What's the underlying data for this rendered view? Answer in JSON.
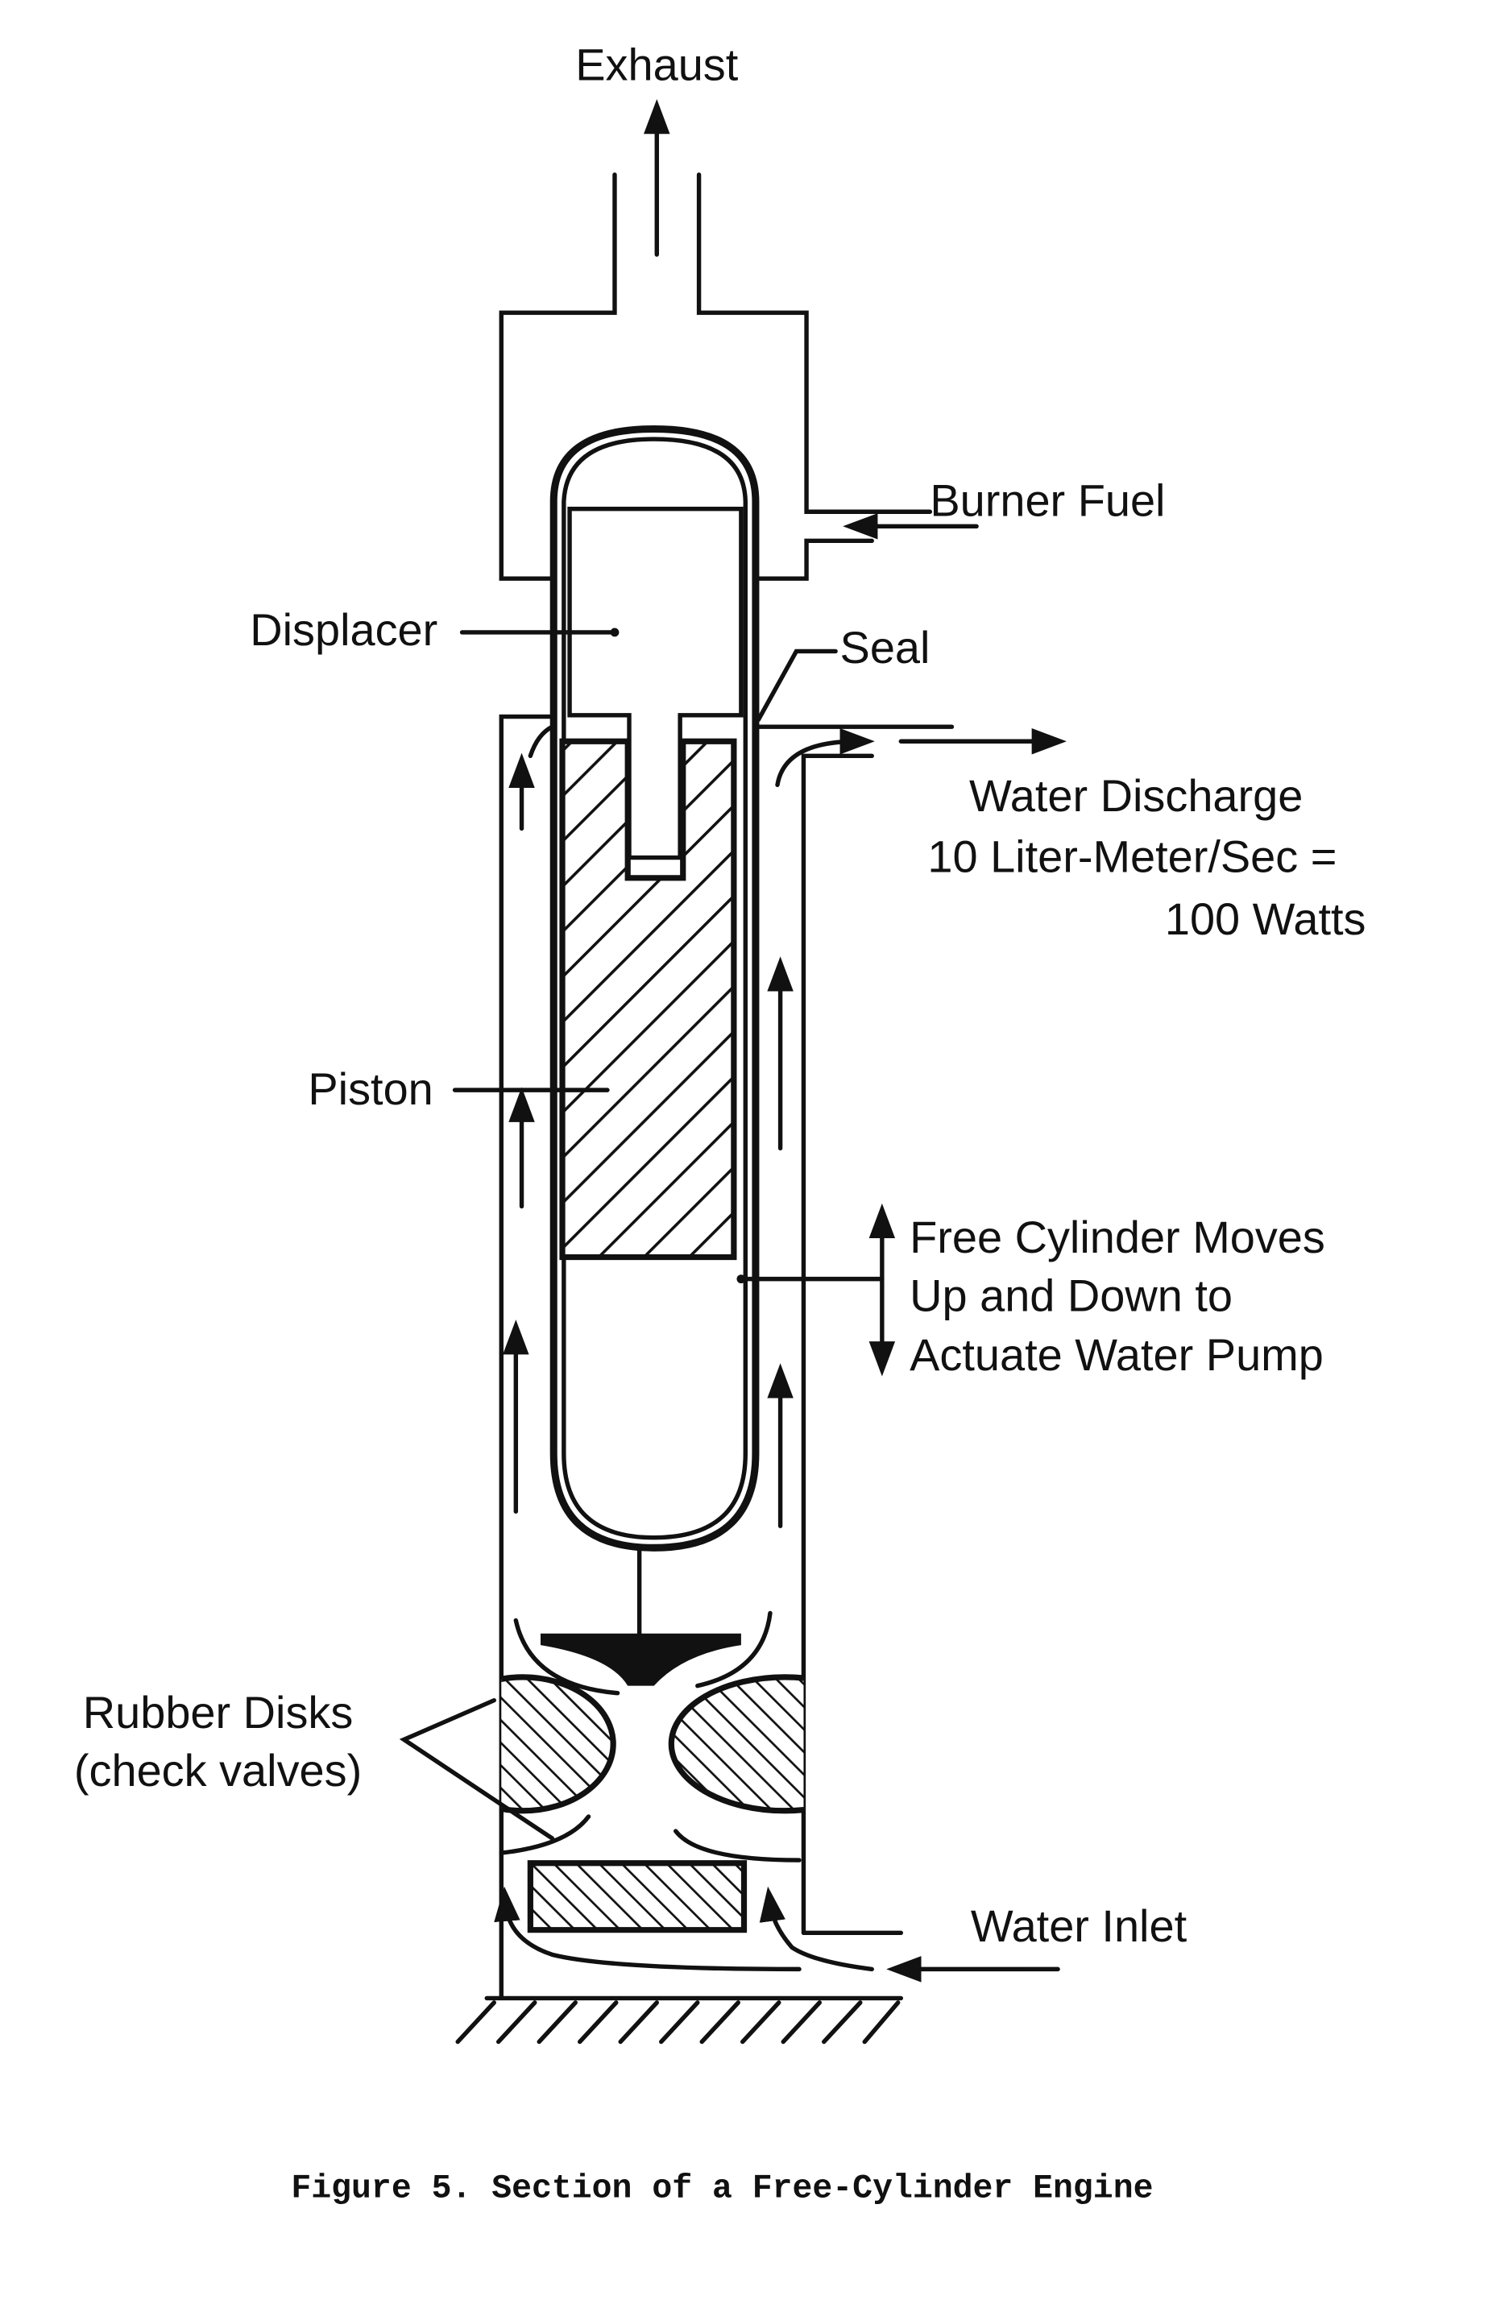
{
  "figure": {
    "caption": "Figure 5. Section of a Free-Cylinder Engine",
    "labels": {
      "exhaust": "Exhaust",
      "burner_fuel": "Burner Fuel",
      "displacer": "Displacer",
      "seal": "Seal",
      "water_discharge": "Water Discharge",
      "discharge_rate": "10 Liter-Meter/Sec =",
      "discharge_power": "100 Watts",
      "piston": "Piston",
      "free_cylinder_1": "Free Cylinder Moves",
      "free_cylinder_2": "Up and Down to",
      "free_cylinder_3": "Actuate Water Pump",
      "rubber_disks_1": "Rubber Disks",
      "rubber_disks_2": "(check valves)",
      "water_inlet": "Water Inlet"
    }
  }
}
